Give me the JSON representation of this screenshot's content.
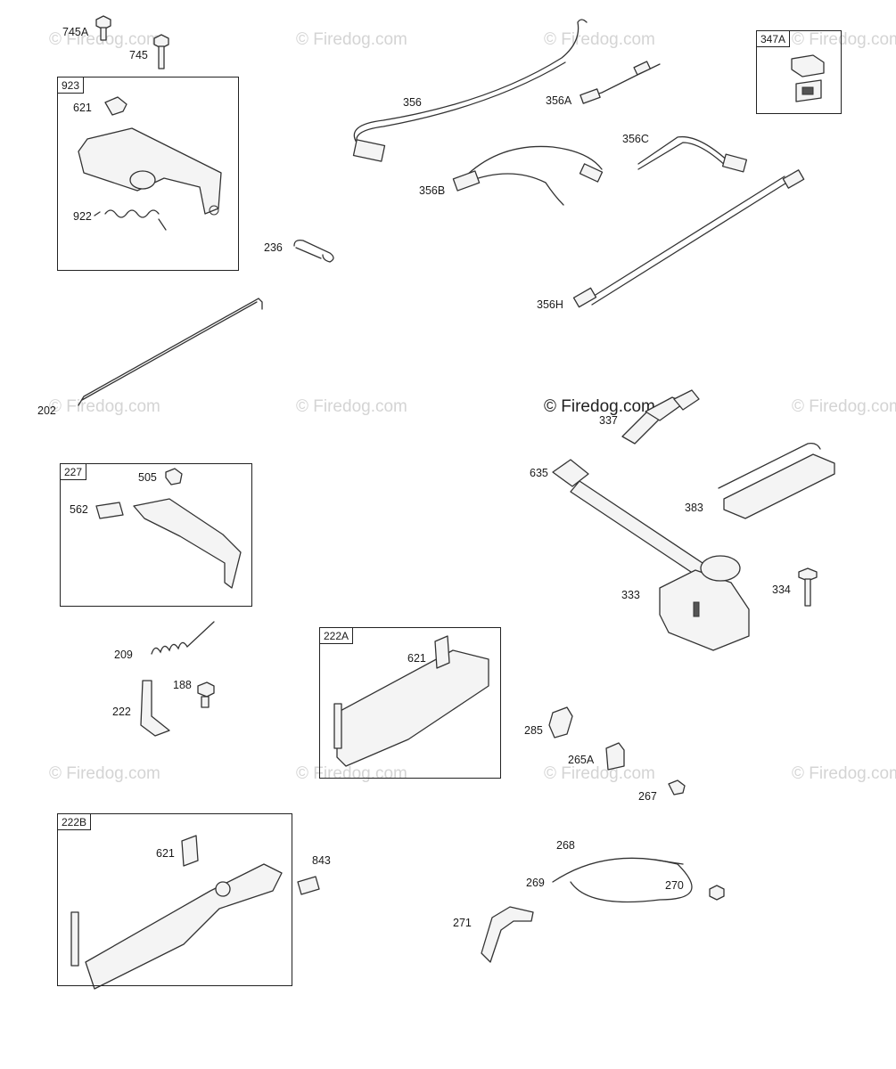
{
  "watermark": {
    "text": "© Firedog.com",
    "color": "#d4d4d4"
  },
  "groups": [
    {
      "id": "923"
    },
    {
      "id": "347A"
    },
    {
      "id": "227"
    },
    {
      "id": "222A"
    },
    {
      "id": "222B"
    }
  ],
  "callouts": [
    "745A",
    "745",
    "621",
    "922",
    "236",
    "202",
    "356",
    "356A",
    "356C",
    "356B",
    "356H",
    "337",
    "635",
    "383",
    "333",
    "334",
    "505",
    "562",
    "209",
    "188",
    "222",
    "621",
    "285",
    "265A",
    "267",
    "621",
    "843",
    "268",
    "269",
    "270",
    "271"
  ]
}
